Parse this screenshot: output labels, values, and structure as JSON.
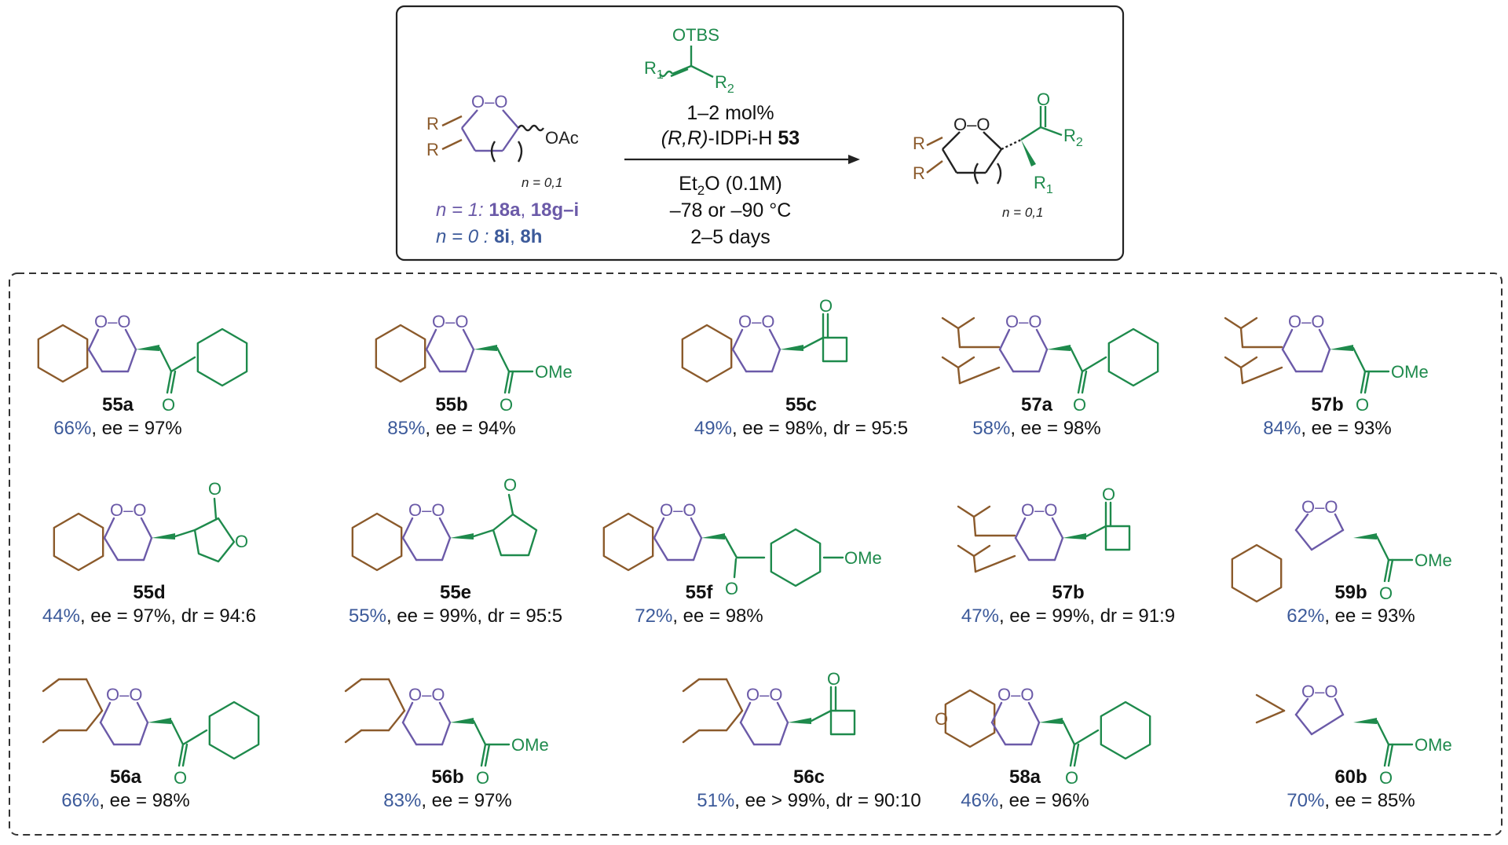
{
  "scheme": {
    "reactant": {
      "leaving_group": "OAc",
      "n_range": "n = 0,1",
      "substituent": "R",
      "peroxide": "O–O",
      "series": [
        {
          "prefix": "n = 1: ",
          "compounds": "18a",
          "sep": ", ",
          "compounds2": "18g–i"
        },
        {
          "prefix": "n = 0 : ",
          "compounds": "8i",
          "sep": ", ",
          "compounds2": "8h"
        }
      ]
    },
    "reagent": {
      "silyl_group": "OTBS",
      "r1": "R",
      "r1_sub": "1",
      "r2": "R",
      "r2_sub": "2"
    },
    "conditions": {
      "loading": "1–2 mol%",
      "catalyst_prefix": "(R,R)",
      "catalyst_name": "-IDPi-H ",
      "catalyst_number": "53",
      "solvent_a": "Et",
      "solvent_sub": "2",
      "solvent_b": "O (0.1M)",
      "temperature": "–78 or –90 °C",
      "time": "2–5 days"
    },
    "product": {
      "n_range": "n = 0,1"
    }
  },
  "colors": {
    "brown": "#8B5A2B",
    "purple": "#6B5AA8",
    "green": "#1E8A4C",
    "maroon": "#8E1B4F",
    "blue": "#3C5A9A",
    "dark_blue": "#2E4A8C"
  },
  "products": [
    {
      "label": "55a",
      "yield": "66%",
      "rest": ", ee = 97%",
      "ester": "",
      "ketone_o": "O"
    },
    {
      "label": "55b",
      "yield": "85%",
      "rest": ", ee = 94%",
      "ester": "OMe",
      "ketone_o": "O"
    },
    {
      "label": "55c",
      "yield": "49%",
      "rest": ", ee = 98%, dr = 95:5",
      "ketone_o": "O"
    },
    {
      "label": "57a",
      "yield": "58%",
      "rest": ", ee = 98%",
      "ketone_o": "O"
    },
    {
      "label": "57b",
      "yield": "84%",
      "rest": ", ee = 93%",
      "ester": "OMe",
      "ketone_o": "O"
    },
    {
      "label": "55d",
      "yield": "44%",
      "rest": ", ee = 97%, dr = 94:6",
      "ring_o": "O",
      "ketone_o": "O"
    },
    {
      "label": "55e",
      "yield": "55%",
      "rest": ", ee = 99%, dr = 95:5",
      "ketone_o": "O"
    },
    {
      "label": "55f",
      "yield": "72%",
      "rest": ", ee = 98%",
      "ester": "OMe",
      "ketone_o": "O"
    },
    {
      "label": "57b",
      "yield": "47%",
      "rest": ", ee = 99%, dr = 91:9",
      "ketone_o": "O"
    },
    {
      "label": "59b",
      "yield": "62%",
      "rest": ", ee = 93%",
      "ester": "OMe",
      "ketone_o": "O"
    },
    {
      "label": "56a",
      "yield": "66%",
      "rest": ", ee = 98%",
      "ketone_o": "O"
    },
    {
      "label": "56b",
      "yield": "83%",
      "rest": ", ee = 97%",
      "ester": "OMe",
      "ketone_o": "O"
    },
    {
      "label": "56c",
      "yield": "51%",
      "rest": ", ee > 99%, dr = 90:10",
      "ketone_o": "O"
    },
    {
      "label": "58a",
      "yield": "46%",
      "rest": ", ee = 96%",
      "ring_o": "O",
      "ketone_o": "O"
    },
    {
      "label": "60b",
      "yield": "70%",
      "rest": ", ee = 85%",
      "ester": "OMe",
      "ketone_o": "O"
    }
  ],
  "peroxide_label": "O–O"
}
